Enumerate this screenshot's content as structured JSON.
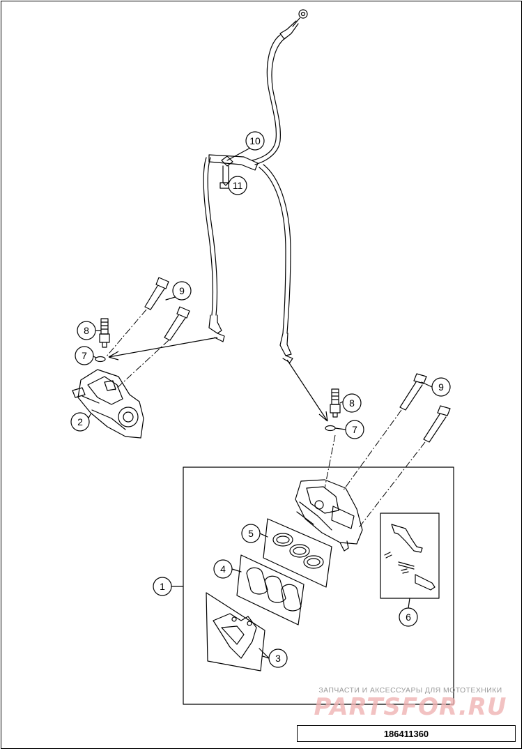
{
  "diagram": {
    "part_number": "186411360",
    "callouts": [
      "1",
      "2",
      "3",
      "4",
      "5",
      "6",
      "7",
      "8",
      "9",
      "10",
      "11"
    ]
  },
  "watermark": {
    "subtitle": "ЗАПЧАСТИ И АКСЕССУАРЫ ДЛЯ МОТОТЕХНИКИ",
    "brand": "PARTSFOR.RU"
  },
  "colors": {
    "line": "#000000",
    "background": "#ffffff",
    "watermark_brand": "#f0b3b3",
    "watermark_text": "#9a9a9a"
  }
}
